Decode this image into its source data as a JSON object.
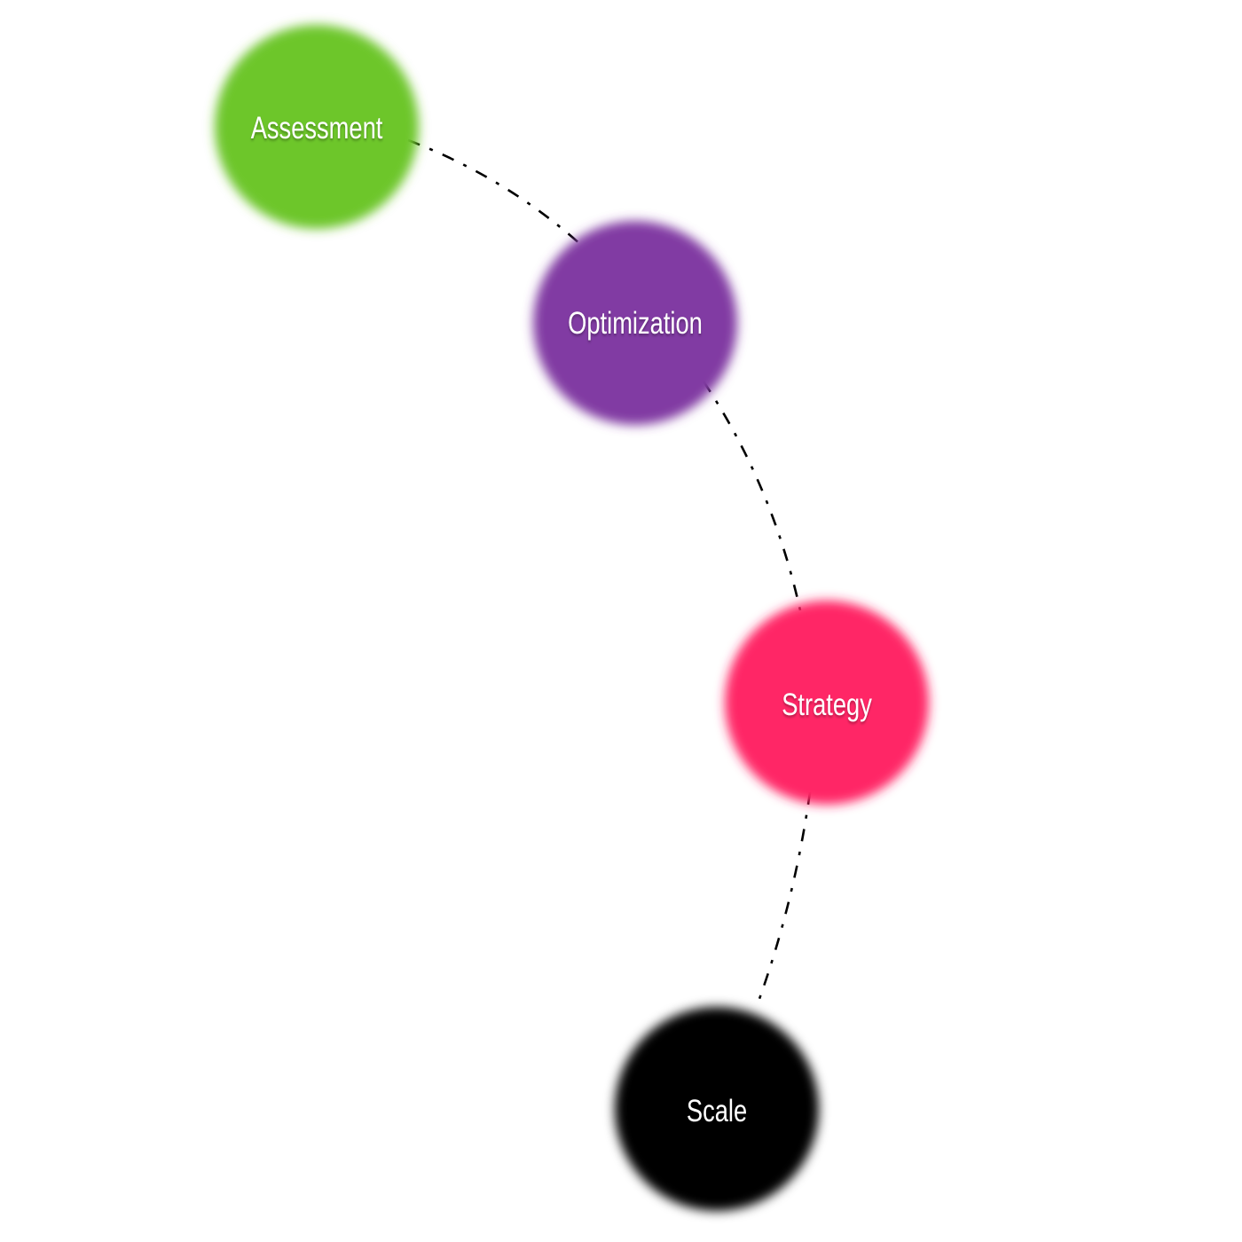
{
  "diagram": {
    "nodes": [
      {
        "id": "assessment",
        "label": "Assessment",
        "color": "#6dc62b"
      },
      {
        "id": "optimization",
        "label": "Optimization",
        "color": "#813ba3"
      },
      {
        "id": "strategy",
        "label": "Strategy",
        "color": "#ff2566"
      },
      {
        "id": "scale",
        "label": "Scale",
        "color": "#000000"
      }
    ],
    "connections": [
      {
        "from": "assessment",
        "to": "optimization",
        "style": "dashed"
      },
      {
        "from": "optimization",
        "to": "strategy",
        "style": "dashed"
      },
      {
        "from": "strategy",
        "to": "scale",
        "style": "dashed"
      }
    ]
  }
}
